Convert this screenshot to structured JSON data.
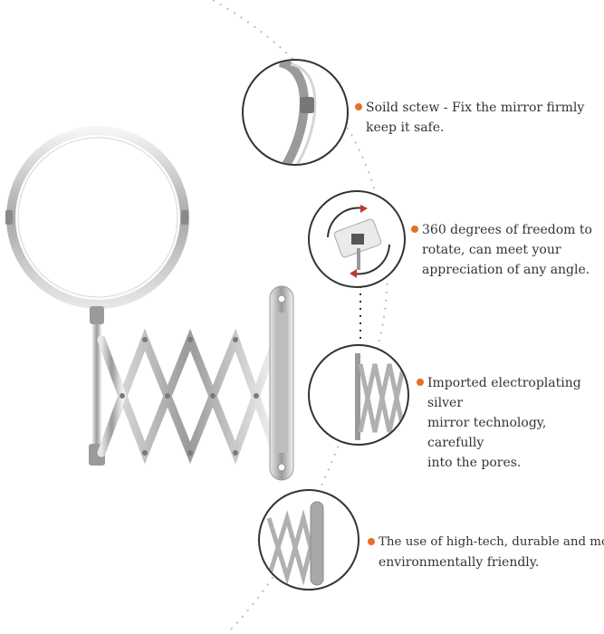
{
  "features": [
    {
      "line1": "Soild sctew - Fix the mirror firmly",
      "line2": "keep it safe."
    },
    {
      "line1": "360 degrees of freedom to",
      "line2": "rotate, can meet your",
      "line3": "appreciation of any angle."
    },
    {
      "line1": "Imported electroplating silver",
      "line2": "mirror technology, carefully",
      "line3": "into the pores."
    },
    {
      "line1": "The use of high-tech, durable and more",
      "line2": "environmentally friendly."
    }
  ],
  "colors": {
    "bullet": "#e66f2a",
    "text": "#333333",
    "dots": "#c8c8c8"
  }
}
